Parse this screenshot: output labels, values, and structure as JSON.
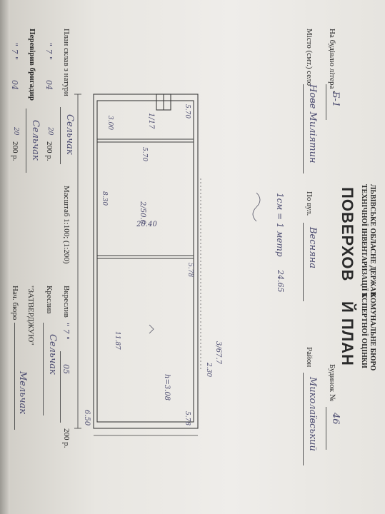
{
  "header": {
    "org_line1": "ЛЬВІВСЬКЕ ОБЛАСНЕ ДЕРЖАВ",
    "org_line2": "ТЕХНІЧНОЇ ІНВЕНТАРИЗАЦІЇ Т",
    "org_line3": "КОМУНАЛЬНЕ БЮРО",
    "org_line4": "КСПЕРТНОЇ ОЦІНКИ",
    "title_left": "ПОВЕРХОВ",
    "title_right": "Й ПЛАН"
  },
  "fields": {
    "building_letter_label": "На будівлю літера \"",
    "building_letter_value": "Б-1",
    "city_label": "Місто (смт.) село",
    "city_value": "Нове Миліятин",
    "street_label": "По вул.",
    "street_value": "Весняна",
    "house_label": "Будинок №",
    "house_value": "46",
    "district_label": "Район",
    "district_value": "Миколаївський"
  },
  "footer": {
    "drawn_label": "План склав з натури",
    "drawn_sig": "Сельчак",
    "drawn_date_prefix": "\" 7 \"",
    "drawn_month": "04",
    "year_suffix": "200  р.",
    "drawn_year": "20",
    "scale_label": "Масштаб 1:100; (1:200)",
    "checked_label": "Перевірив бригадир",
    "checked_sig": "Сельчак",
    "checked_date_prefix": "\" 7 \"",
    "checked_month": "04",
    "checked_year": "20",
    "made_label": "Вкреслив",
    "made_date_prefix": "\" 7 \"",
    "made_month": "05",
    "made_sig": "Сельчак",
    "draftsman_label": "Креслив",
    "bureau_label": "\"ЗАТВЕРДЖУЮ\"",
    "head_label": "Нач. бюро",
    "head_sig": "Мельчак"
  },
  "plan": {
    "scale_note": "1см = 1 метр",
    "total_length": "24.65",
    "total_width": "6.50",
    "left_side": "20.40",
    "room1_label": "1/17",
    "room1_dim": "5.70",
    "room1_side": "3.00",
    "room2_label": "2/50.0",
    "room2_dim": "5.70",
    "room2_side": "8.30",
    "room3_label": "3/67.7",
    "room3_dim": "5.78",
    "room3_side": "11.87",
    "room3_height": "h=3.08",
    "corner_note": "2.30",
    "end_dim": "5.78"
  }
}
